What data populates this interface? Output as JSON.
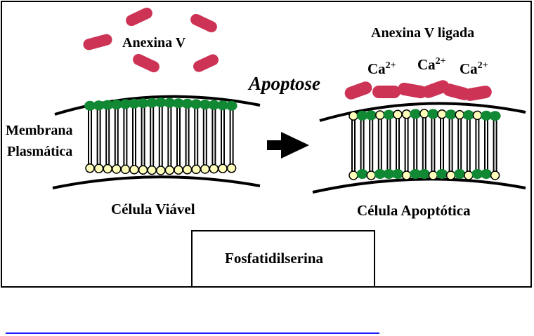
{
  "labels": {
    "annexin_free": "Anexina V",
    "annexin_bound": "Anexina V ligada",
    "apoptosis": "Apoptose",
    "membrane_line1": "Membrana",
    "membrane_line2": "Plasmática",
    "viable_cell": "Célula Viável",
    "apoptotic_cell": "Célula Apoptótica",
    "calcium": "Ca",
    "calcium_charge": "2+",
    "legend": "Fosfatidilserina"
  },
  "colors": {
    "annexin": "#cc3355",
    "green_head": "#118833",
    "ps_head": "#ffffbb",
    "line": "#000000",
    "link_underline": "#1a1aff"
  },
  "icons": {
    "arrow": "right-arrow-icon",
    "legend_symbol": "phosphatidylserine-lipid-icon"
  }
}
